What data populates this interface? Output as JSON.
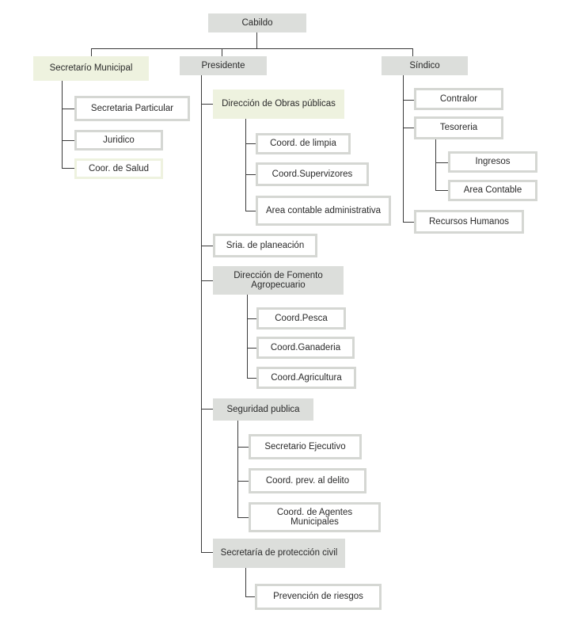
{
  "colors": {
    "connector": "#3a3a3a",
    "box_border": "#d5d7d3",
    "box_grey_fill": "#dcdedb",
    "box_green_fill": "#eef2df"
  },
  "org": {
    "root": "Cabildo",
    "secretario": {
      "label": "Secretarío Municipal",
      "children": [
        "Secretaria Particular",
        "Juridico",
        "Coor. de Salud"
      ]
    },
    "presidente": {
      "label": "Presidente",
      "obras": {
        "label": "Dirección de Obras públicas",
        "children": [
          "Coord. de limpia",
          "Coord.Supervizores",
          "Area contable administrativa"
        ]
      },
      "planeacion": "Sria. de planeación",
      "fomento": {
        "label": "Dirección de Fomento Agropecuario",
        "children": [
          "Coord.Pesca",
          "Coord.Ganaderia",
          "Coord.Agricultura"
        ]
      },
      "seguridad": {
        "label": "Seguridad publica",
        "children": [
          "Secretario Ejecutivo",
          "Coord. prev. al delito",
          "Coord. de Agentes Municipales"
        ]
      },
      "proteccion": {
        "label": "Secretaría de protección civil",
        "children": [
          "Prevención de riesgos"
        ]
      }
    },
    "sindico": {
      "label": "Síndico",
      "contralor": "Contralor",
      "tesoreria": {
        "label": "Tesoreria",
        "children": [
          "Ingresos",
          "Area Contable"
        ]
      },
      "recursos": "Recursos Humanos"
    }
  }
}
